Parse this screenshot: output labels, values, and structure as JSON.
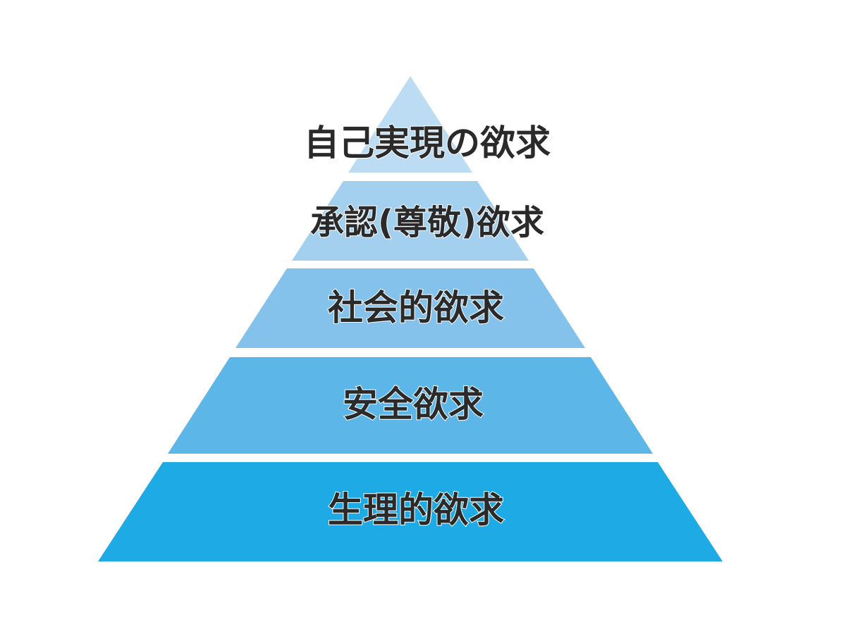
{
  "pyramid": {
    "tiers": [
      {
        "label": "自己実現の欲求",
        "color": "#bcdcf4"
      },
      {
        "label": "承認(尊敬)欲求",
        "color": "#a4d0f0"
      },
      {
        "label": "社会的欲求",
        "color": "#84c2ec"
      },
      {
        "label": "安全欲求",
        "color": "#5cb6e8"
      },
      {
        "label": "生理的欲求",
        "color": "#1eaae4"
      }
    ]
  }
}
